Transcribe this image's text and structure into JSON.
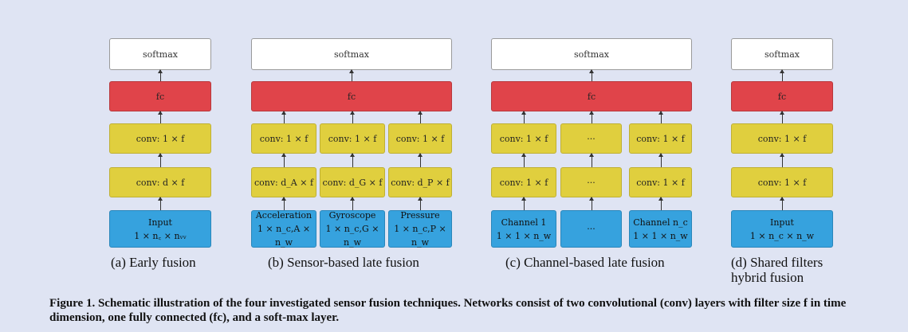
{
  "panels": [
    {
      "caption": "(a) Early fusion",
      "softmax": "softmax",
      "fc": "fc",
      "conv2": [
        "conv: 1 × f"
      ],
      "conv1": [
        "conv: d × f"
      ],
      "inputs": [
        {
          "line1": "Input",
          "line2": "1 × n꜀ × nᵥᵥ"
        }
      ]
    },
    {
      "caption": "(b) Sensor-based late fusion",
      "softmax": "softmax",
      "fc": "fc",
      "conv2": [
        "conv: 1 × f",
        "conv: 1 × f",
        "conv: 1 × f"
      ],
      "conv1": [
        "conv: d_A × f",
        "conv: d_G × f",
        "conv: d_P × f"
      ],
      "inputs": [
        {
          "line1": "Acceleration",
          "line2": "1 × n_c,A × n_w"
        },
        {
          "line1": "Gyroscope",
          "line2": "1 × n_c,G × n_w"
        },
        {
          "line1": "Pressure",
          "line2": "1 × n_c,P × n_w"
        }
      ]
    },
    {
      "caption": "(c) Channel-based late fusion",
      "softmax": "softmax",
      "fc": "fc",
      "conv2": [
        "conv: 1 × f",
        "···",
        "conv: 1 × f"
      ],
      "conv1": [
        "conv: 1 × f",
        "···",
        "conv: 1 × f"
      ],
      "inputs": [
        {
          "line1": "Channel 1",
          "line2": "1 × 1 × n_w"
        },
        {
          "line1": "···",
          "line2": ""
        },
        {
          "line1": "Channel n_c",
          "line2": "1 × 1 × n_w"
        }
      ]
    },
    {
      "caption": "(d) Shared filters",
      "caption2": "hybrid fusion",
      "softmax": "softmax",
      "fc": "fc",
      "conv2": [
        "conv: 1 × f"
      ],
      "conv1": [
        "conv: 1 × f"
      ],
      "inputs": [
        {
          "line1": "Input",
          "line2": "1 × n_c × n_w"
        }
      ]
    }
  ],
  "figure_caption": "Figure 1. Schematic illustration of the four investigated sensor fusion techniques. Networks consist of two convolutional (conv) layers with filter size f in time dimension, one fully connected (fc), and a soft-max layer."
}
